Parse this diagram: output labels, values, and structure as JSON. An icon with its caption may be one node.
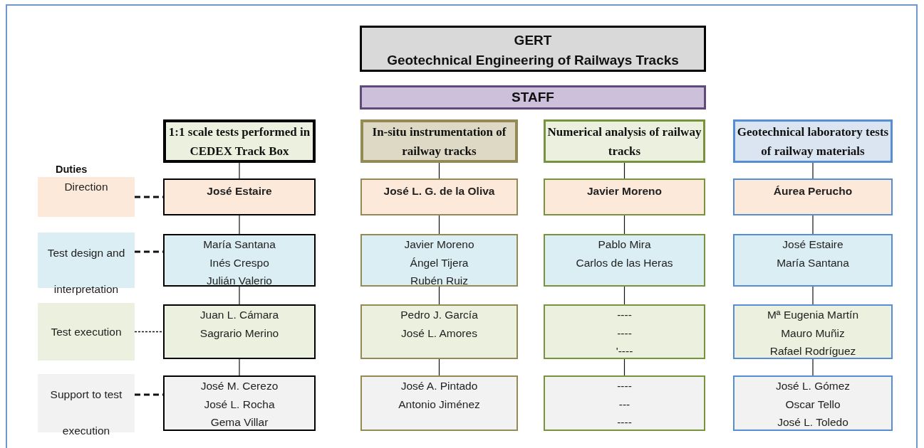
{
  "diagram": {
    "nodes": [
      {
        "text": [
          "GERT",
          "Geotechnical Engineering of Railways Tracks"
        ]
      },
      {
        "text": [
          "STAFF"
        ]
      },
      {
        "text": [
          "1:1 scale tests performed in CEDEX Track Box"
        ]
      },
      {
        "text": [
          "In-situ instrumentation of railway tracks"
        ]
      },
      {
        "text": [
          "Numerical analysis of railway tracks"
        ]
      },
      {
        "text": [
          "Geotechnical laboratory tests of railway materials"
        ]
      },
      {
        "text": [
          "Direction"
        ]
      },
      {
        "text": [
          "José Estaire"
        ]
      },
      {
        "text": [
          "José L. G. de la Oliva"
        ]
      },
      {
        "text": [
          "Javier Moreno"
        ]
      },
      {
        "text": [
          "Áurea Perucho"
        ]
      },
      {
        "text": [
          "Test design and interpretation"
        ]
      },
      {
        "text": [
          "María Santana",
          "Inés Crespo",
          "Julián Valerio"
        ]
      },
      {
        "text": [
          "Javier Moreno",
          "Ángel Tijera",
          "Rubén Ruiz"
        ]
      },
      {
        "text": [
          "Pablo Mira",
          "Carlos de las Heras"
        ]
      },
      {
        "text": [
          "José Estaire",
          "María Santana"
        ]
      },
      {
        "text": [
          "Test execution"
        ]
      },
      {
        "text": [
          "Juan L. Cámara",
          "Sagrario Merino"
        ]
      },
      {
        "text": [
          "Pedro J. García",
          "José L. Amores"
        ]
      },
      {
        "text": [
          "----",
          "----",
          "'----"
        ]
      },
      {
        "text": [
          "Mª Eugenia Martín",
          "Mauro Muñiz",
          "Rafael Rodríguez"
        ]
      },
      {
        "text": [
          "Support to test execution"
        ]
      },
      {
        "text": [
          "José M. Cerezo",
          "José L. Rocha",
          "Gema Villar"
        ]
      },
      {
        "text": [
          "José A. Pintado",
          "Antonio Jiménez"
        ]
      },
      {
        "text": [
          "----",
          "---",
          "----"
        ]
      },
      {
        "text": [
          "José L. Gómez",
          "Oscar Tello",
          "José L. Toledo"
        ]
      }
    ],
    "edges": [
      {
        "from": 2,
        "to": 7,
        "arrow": "none"
      },
      {
        "from": 3,
        "to": 8,
        "arrow": "none"
      },
      {
        "from": 4,
        "to": 9,
        "arrow": "none"
      },
      {
        "from": 5,
        "to": 10,
        "arrow": "none"
      },
      {
        "from": 7,
        "to": 12,
        "arrow": "none"
      },
      {
        "from": 8,
        "to": 13,
        "arrow": "none"
      },
      {
        "from": 9,
        "to": 14,
        "arrow": "none"
      },
      {
        "from": 10,
        "to": 15,
        "arrow": "none"
      },
      {
        "from": 12,
        "to": 17,
        "arrow": "none"
      },
      {
        "from": 13,
        "to": 18,
        "arrow": "none"
      },
      {
        "from": 14,
        "to": 19,
        "arrow": "none"
      },
      {
        "from": 15,
        "to": 20,
        "arrow": "none"
      },
      {
        "from": 17,
        "to": 22,
        "arrow": "none"
      },
      {
        "from": 18,
        "to": 23,
        "arrow": "none"
      },
      {
        "from": 19,
        "to": 24,
        "arrow": "none"
      },
      {
        "from": 20,
        "to": 25,
        "arrow": "none"
      },
      {
        "from": 6,
        "to": 7,
        "arrow": "none",
        "style": "dashed"
      },
      {
        "from": 11,
        "to": 12,
        "arrow": "none",
        "style": "dashed"
      },
      {
        "from": 16,
        "to": 17,
        "arrow": "none",
        "style": "dashed"
      },
      {
        "from": 21,
        "to": 22,
        "arrow": "none",
        "style": "dashed"
      }
    ],
    "labels": [
      "Duties"
    ]
  }
}
